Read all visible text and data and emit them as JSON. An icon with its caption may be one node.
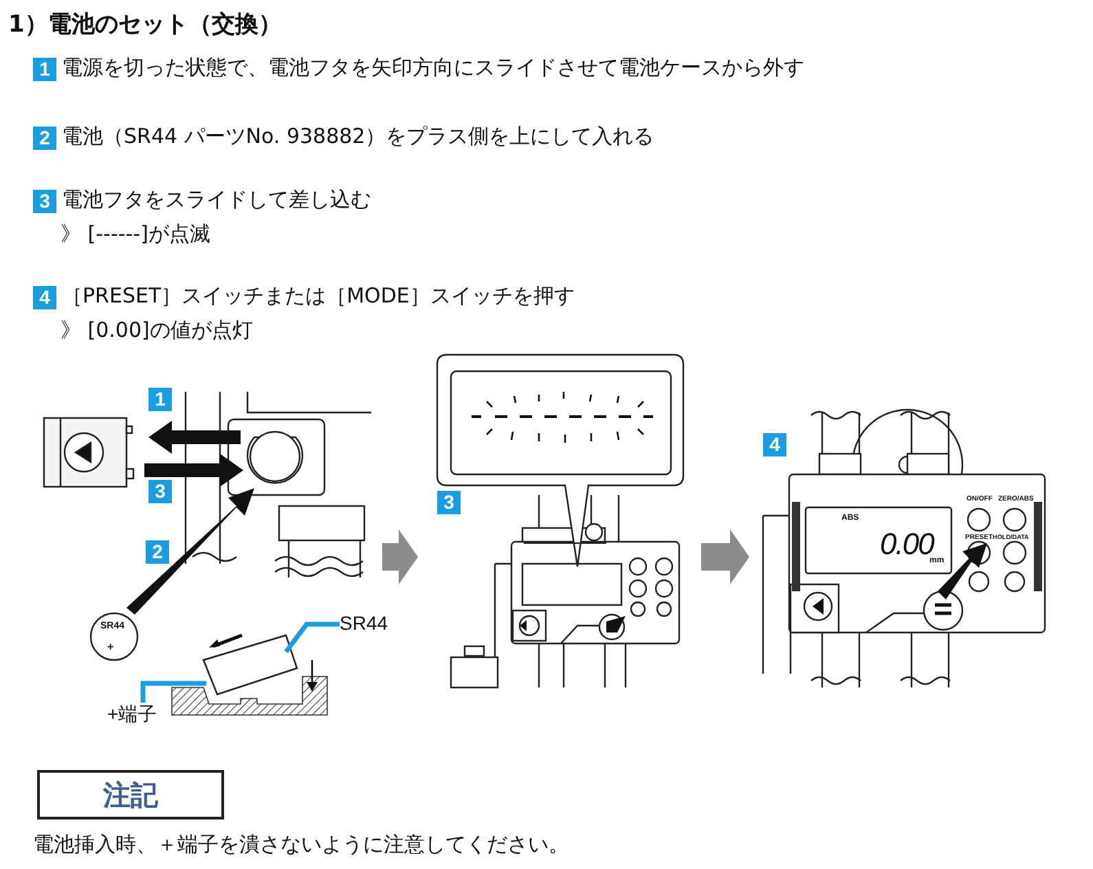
{
  "diagram": {
    "title": "1）電池のセット（交換）",
    "nodes": [
      {
        "text": [],
        "shape": "picture"
      },
      {
        "text": [],
        "shape": "picture"
      },
      {
        "text": [],
        "shape": "picture"
      },
      {
        "text": [
          "注記"
        ],
        "beside": [
          "電池挿入時、＋端子を潰さないように注意してください。"
        ]
      },
      {
        "text": [
          "SR44"
        ],
        "in": 0
      },
      {
        "text": [
          "+端子"
        ],
        "in": 0
      }
    ],
    "edges": [
      {
        "from": 0,
        "to": 1,
        "arrow": "to",
        "style": "thick",
        "color": "#8c8c8c"
      },
      {
        "from": 1,
        "to": 2,
        "arrow": "to",
        "style": "thick",
        "color": "#8c8c8c"
      },
      {
        "from": 4,
        "to": null,
        "arrow": "none",
        "color": "#1a9ee0"
      },
      {
        "from": 5,
        "to": null,
        "arrow": "none",
        "color": "#1a9ee0"
      }
    ],
    "labels": [
      "1",
      "電源を切った状態で、電池フタを矢印方向にスライドさせて電池ケースから外す",
      "2",
      "電池（SR44 パーツNo. 938882）をプラス側を上にして入れる",
      "3",
      "電池フタをスライドして差し込む",
      "》 [------]が点滅",
      "4",
      "［PRESET］スイッチまたは［MODE］スイッチを押す",
      "》 [0.00]の値が点灯",
      "1",
      "3",
      "2",
      "SR44",
      "+",
      "3",
      "4",
      "ABS",
      "0.00",
      "mm",
      "ON/OFF",
      "ZERO/ABS",
      "PRESET",
      "HOLD/DATA"
    ]
  }
}
